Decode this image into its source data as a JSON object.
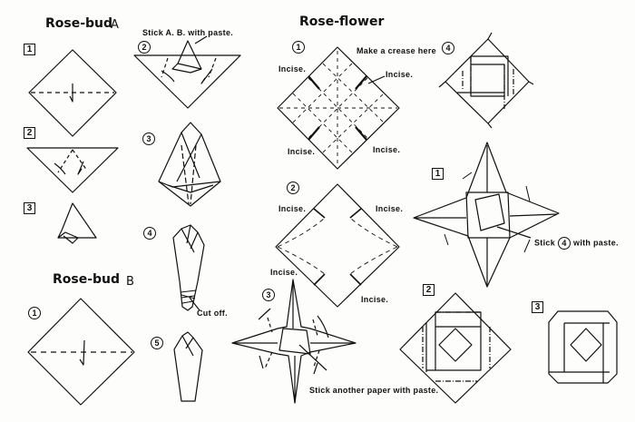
{
  "sections": {
    "rosebud_a": {
      "title": "Rose-bud",
      "letter": "A",
      "steps": [
        "1",
        "2",
        "3"
      ],
      "substeps": [
        "2",
        "3",
        "4"
      ],
      "stick_label": "Stick A. B. with paste.",
      "cut_label": "Cut off."
    },
    "rosebud_b": {
      "title": "Rose-bud",
      "letter": "B",
      "steps": [
        "1",
        "5"
      ]
    },
    "roseflower": {
      "title": "Rose-flower",
      "steps": [
        "1",
        "2",
        "3",
        "4"
      ],
      "assembly_steps": [
        "1",
        "2",
        "3"
      ],
      "crease_label": "Make a crease here",
      "incise": "Incise.",
      "stick_another": "Stick another paper with paste.",
      "stick4_pre": "Stick",
      "stick4_num": "4",
      "stick4_post": "with paste."
    }
  }
}
